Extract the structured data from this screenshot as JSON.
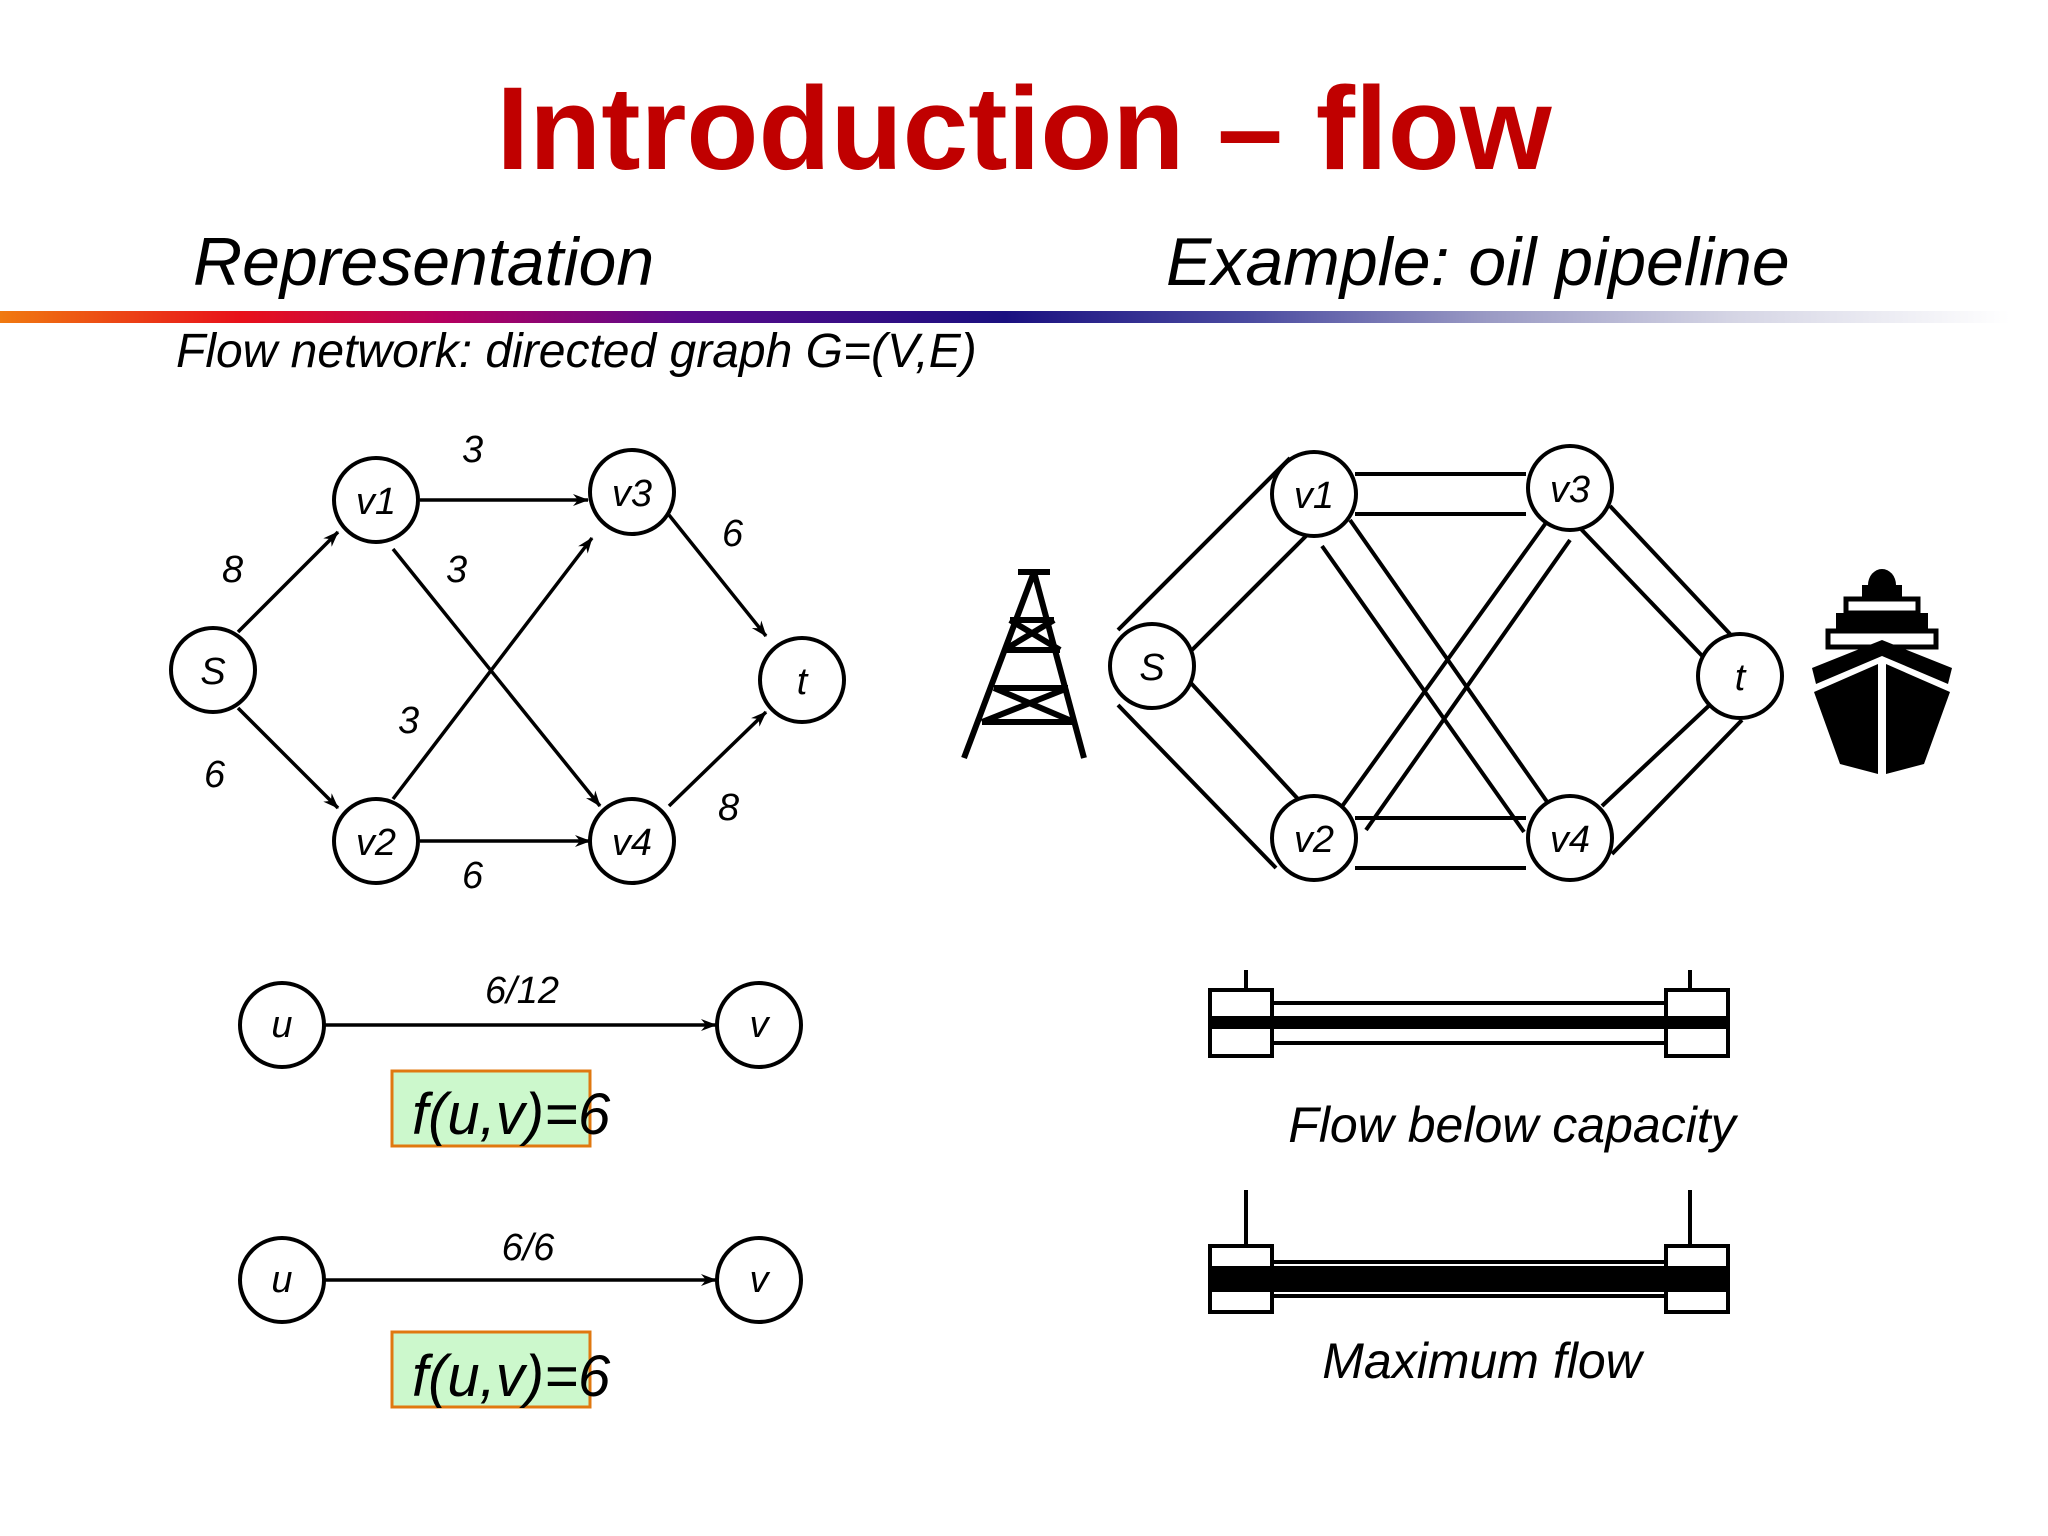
{
  "title": "Introduction – flow",
  "left_heading": "Representation",
  "right_heading": "Example: oil pipeline",
  "subheading": "Flow network: directed graph G=(V,E)",
  "graph": {
    "nodes": {
      "s": "S",
      "v1": "v1",
      "v2": "v2",
      "v3": "v3",
      "v4": "v4",
      "t": "t"
    },
    "edges": [
      {
        "from": "S",
        "to": "v1",
        "capacity": "8"
      },
      {
        "from": "S",
        "to": "v2",
        "capacity": "6"
      },
      {
        "from": "v1",
        "to": "v3",
        "capacity": "3"
      },
      {
        "from": "v1",
        "to": "v4",
        "capacity": "3"
      },
      {
        "from": "v2",
        "to": "v3",
        "capacity": "3"
      },
      {
        "from": "v2",
        "to": "v4",
        "capacity": "6"
      },
      {
        "from": "v3",
        "to": "t",
        "capacity": "6"
      },
      {
        "from": "v4",
        "to": "t",
        "capacity": "8"
      }
    ]
  },
  "examples": [
    {
      "from": "u",
      "to": "v",
      "label": "6/12",
      "formula": "f(u,v)=6"
    },
    {
      "from": "u",
      "to": "v",
      "label": "6/6",
      "formula": "f(u,v)=6"
    }
  ],
  "pipeline": {
    "nodes": {
      "s": "S",
      "v1": "v1",
      "v2": "v2",
      "v3": "v3",
      "v4": "v4",
      "t": "t"
    },
    "source_icon": "oil-derrick-icon",
    "sink_icon": "ship-icon"
  },
  "captions": {
    "below_capacity": "Flow below capacity",
    "max_flow": "Maximum flow"
  }
}
